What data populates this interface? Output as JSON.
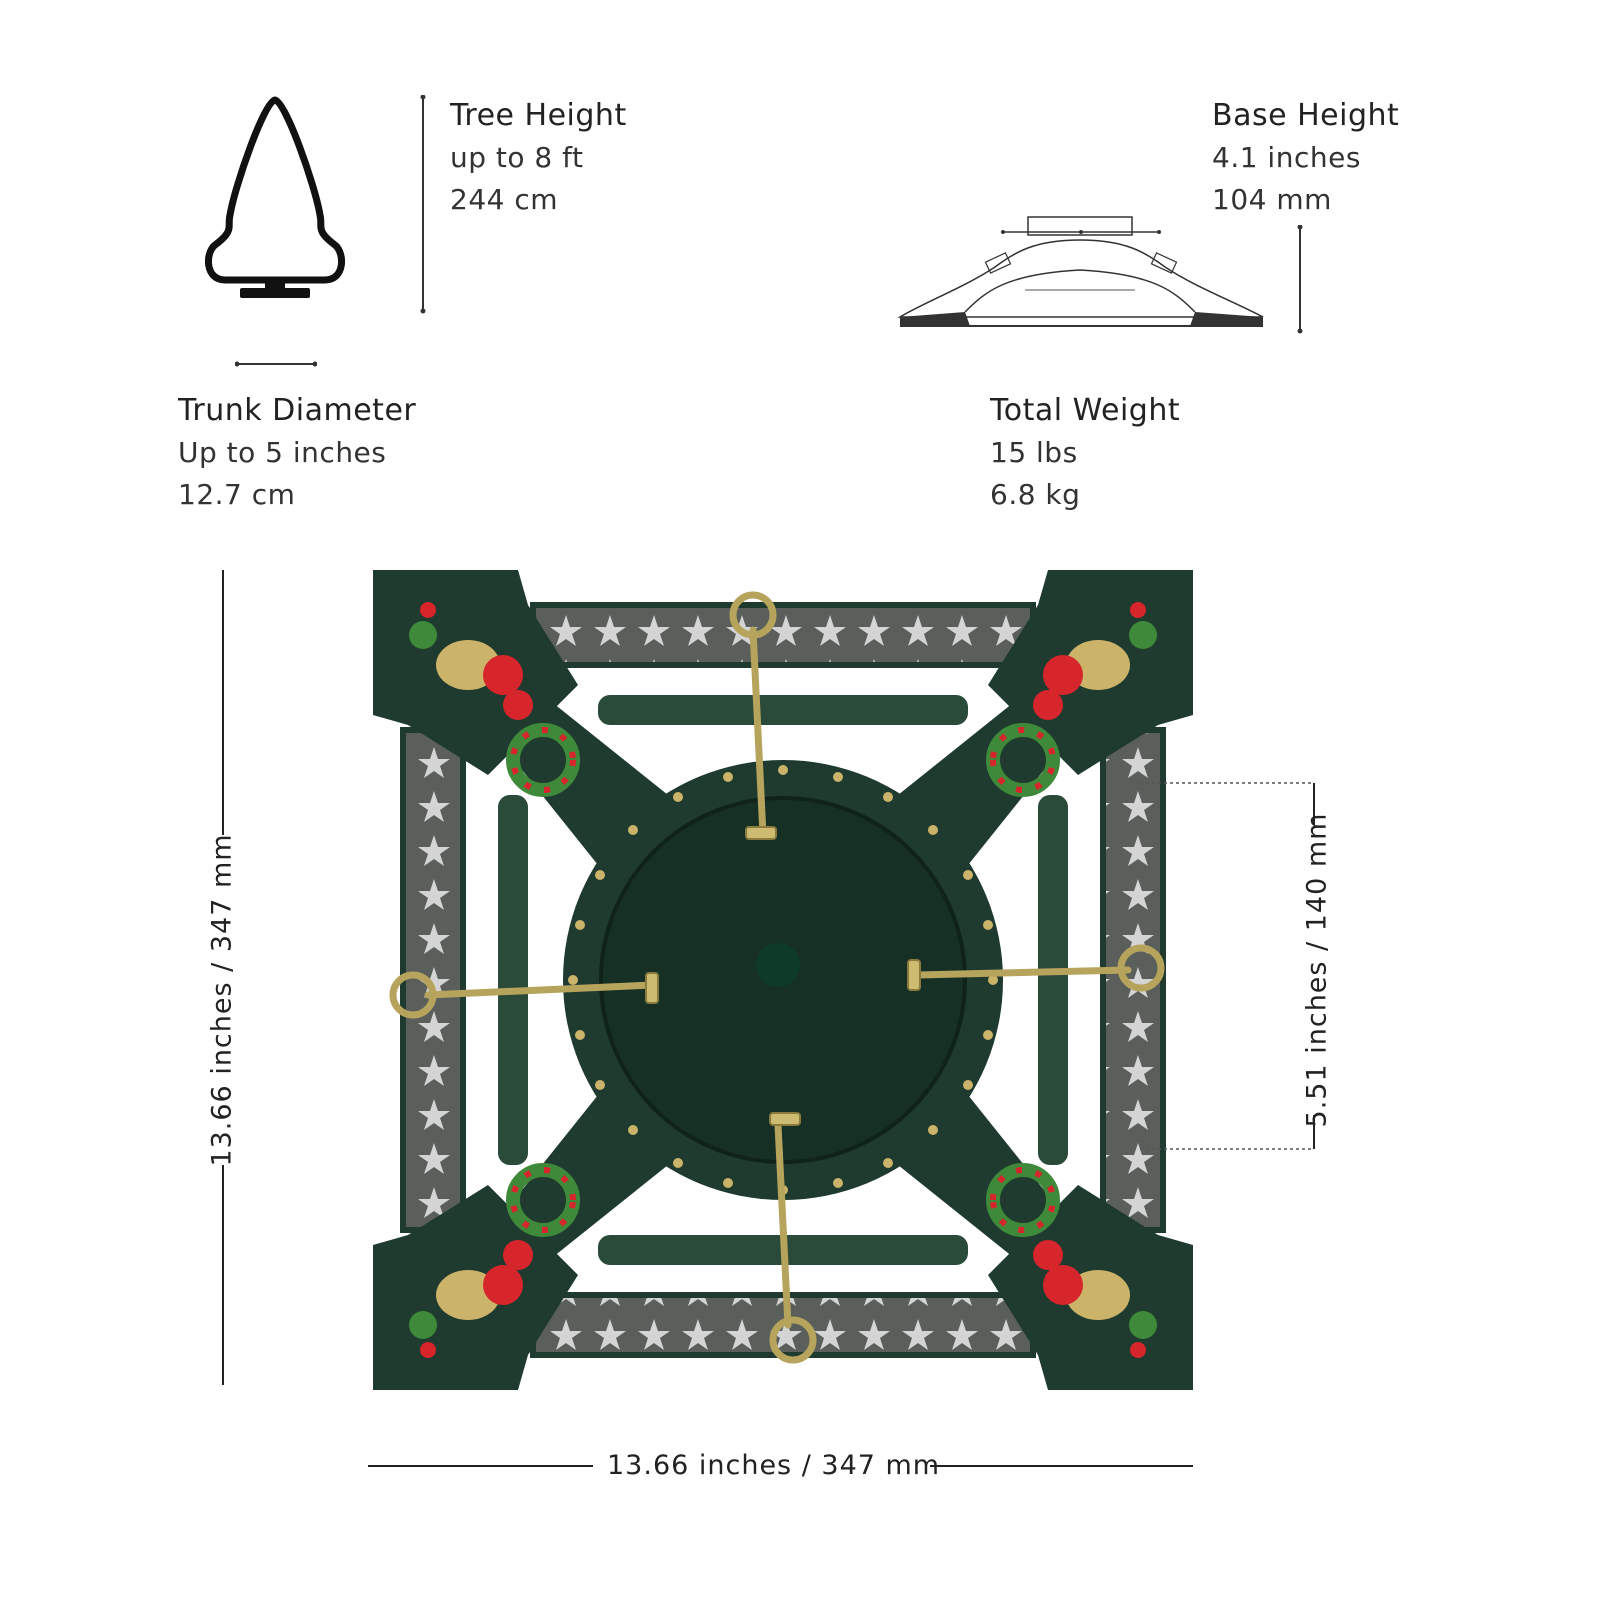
{
  "specs": {
    "tree_height": {
      "title": "Tree Height",
      "line1": "up to 8 ft",
      "line2": "244 cm"
    },
    "base_height": {
      "title": "Base Height",
      "line1": "4.1 inches",
      "line2": "104 mm"
    },
    "trunk_diameter": {
      "title": "Trunk Diameter",
      "line1": "Up to 5 inches",
      "line2": "12.7  cm"
    },
    "total_weight": {
      "title": "Total Weight",
      "line1": "15 lbs",
      "line2": "6.8 kg"
    }
  },
  "dimensions": {
    "height": "13.66 inches / 347 mm",
    "width": "13.66 inches / 347 mm",
    "inner": "5.51 inches / 140 mm"
  },
  "colors": {
    "stand_green": "#1f3a2e",
    "holly_red": "#d7262b",
    "gold": "#cbb36a",
    "silver": "#c8c8c8",
    "brass": "#b7a45c"
  },
  "icons": [
    "tree-outline-icon",
    "base-profile-icon"
  ]
}
